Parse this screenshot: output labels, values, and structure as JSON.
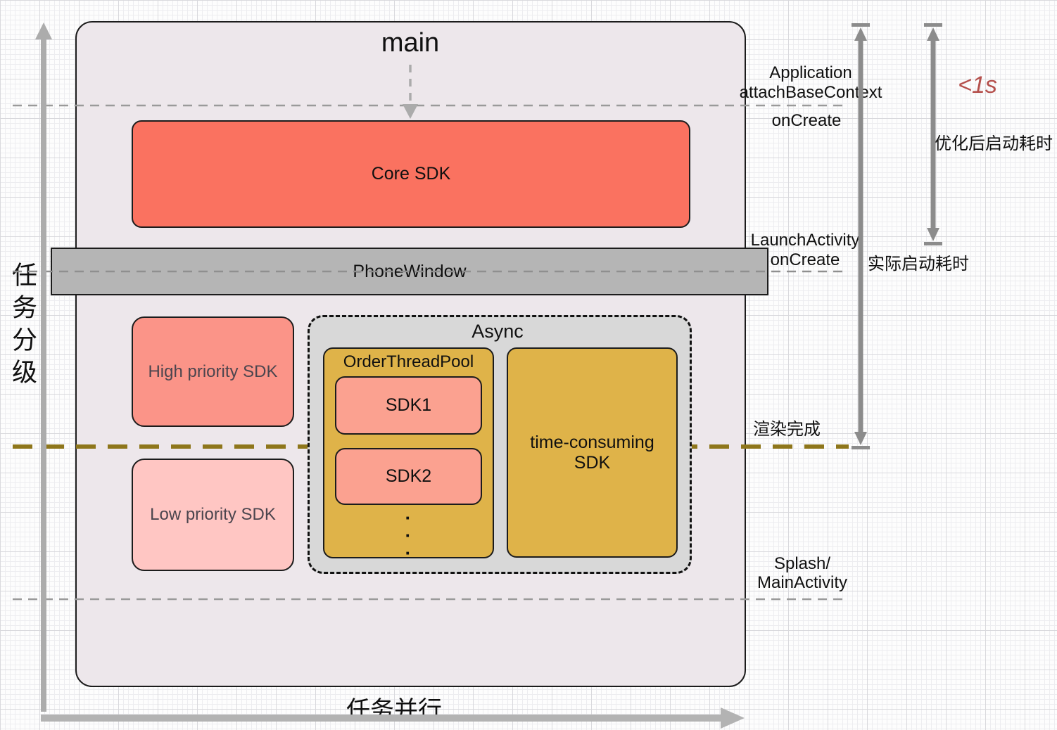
{
  "axes": {
    "vertical_label": "任务分级",
    "horizontal_label": "任务并行"
  },
  "flow": {
    "entry": "main"
  },
  "boxes": {
    "core_sdk": "Core SDK",
    "phone_window": "PhoneWindow",
    "high_priority": "High priority SDK",
    "low_priority": "Low priority SDK",
    "async": "Async",
    "order_thread_pool": "OrderThreadPool",
    "sdk1": "SDK1",
    "sdk2": "SDK2",
    "time_consuming": "time-consuming SDK",
    "more_dots": [
      "·",
      "·",
      "·"
    ]
  },
  "milestones": {
    "application": "Application",
    "attach_base_context": "attachBaseContext",
    "on_create": "onCreate",
    "launch_activity": "LaunchActivity",
    "launch_on_create": "onCreate",
    "render_done": "渲染完成",
    "splash": "Splash/",
    "main_activity": "MainActivity"
  },
  "measurements": {
    "optimized_badge": "<1s",
    "optimized_label": "优化后启动耗时",
    "actual_label": "实际启动耗时"
  },
  "colors": {
    "container_bg": "#EDE7EB",
    "core_sdk_bg": "#FA7260",
    "high_priority_bg": "#FB9488",
    "low_priority_bg": "#FFC6C3",
    "sdk_item_bg": "#FBA190",
    "gold_bg": "#DFB349",
    "async_bg": "#D8D8D8",
    "phone_window_bg": "#B5B5B5",
    "accent_red": "#B5504C",
    "olive_dash": "#8E761B",
    "arrow_gray": "#8C8C8C"
  }
}
